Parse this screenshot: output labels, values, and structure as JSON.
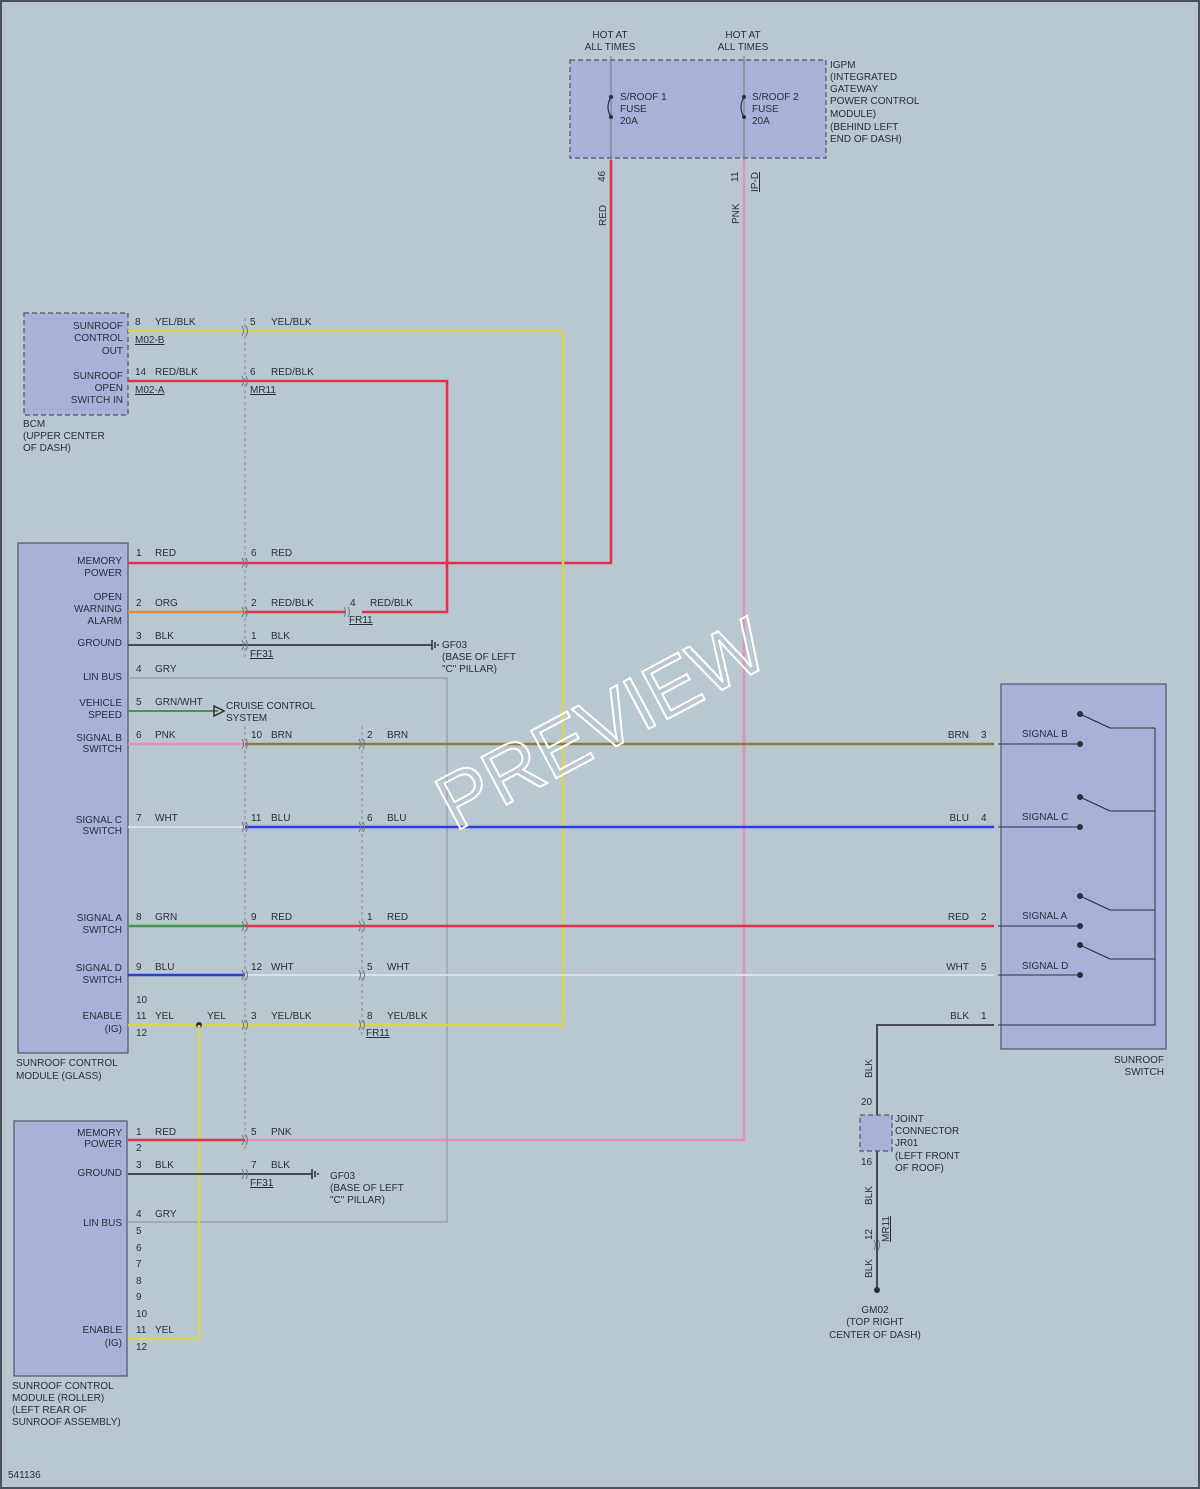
{
  "igpm": {
    "hot1": [
      "HOT AT",
      "ALL TIMES"
    ],
    "hot2": [
      "HOT AT",
      "ALL TIMES"
    ],
    "fuse1": [
      "S/ROOF 1",
      "FUSE",
      "20A"
    ],
    "fuse2": [
      "S/ROOF 2",
      "FUSE",
      "20A"
    ],
    "label": [
      "IGPM",
      "(INTEGRATED",
      "GATEWAY",
      "POWER CONTROL",
      "MODULE)",
      "(BEHIND LEFT",
      "END OF DASH)"
    ],
    "pin1": "46",
    "pin2": "11",
    "conn2": "IP-D",
    "wire1": "RED",
    "wire2": "PNK"
  },
  "bcm": {
    "pins": [
      {
        "label": [
          "SUNROOF",
          "CONTROL",
          "OUT"
        ],
        "pin": "8",
        "wire": "YEL/BLK",
        "conn": "M02-B",
        "jpin": "5",
        "jwire": "YEL/BLK",
        "jconn": ""
      },
      {
        "label": [
          "SUNROOF",
          "OPEN",
          "SWITCH IN"
        ],
        "pin": "14",
        "wire": "RED/BLK",
        "conn": "M02-A",
        "jpin": "6",
        "jwire": "RED/BLK",
        "jconn": "MR11"
      }
    ],
    "label": [
      "BCM",
      "(UPPER CENTER",
      "OF DASH)"
    ]
  },
  "glass": {
    "label": [
      "SUNROOF CONTROL",
      "MODULE (GLASS)"
    ],
    "pins": [
      {
        "label": [
          "MEMORY",
          "POWER"
        ],
        "pin": "1",
        "wire": "RED",
        "jpin": "6",
        "jwire": "RED"
      },
      {
        "label": [
          "OPEN",
          "WARNING",
          "ALARM"
        ],
        "pin": "2",
        "wire": "ORG",
        "jpin": "2",
        "jwire": "RED/BLK",
        "kpin": "4",
        "kwire": "RED/BLK",
        "kconn": "FR11"
      },
      {
        "label": [
          "GROUND"
        ],
        "pin": "3",
        "wire": "BLK",
        "jpin": "1",
        "jwire": "BLK",
        "jconn": "FF31"
      },
      {
        "label": [
          "LIN BUS"
        ],
        "pin": "4",
        "wire": "GRY"
      },
      {
        "label": [
          "VEHICLE",
          "SPEED"
        ],
        "pin": "5",
        "wire": "GRN/WHT"
      },
      {
        "label": [
          "SIGNAL B",
          "SWITCH"
        ],
        "pin": "6",
        "wire": "PNK",
        "jpin": "10",
        "jwire": "BRN",
        "kpin": "2",
        "kwire": "BRN"
      },
      {
        "label": [
          "SIGNAL C",
          "SWITCH"
        ],
        "pin": "7",
        "wire": "WHT",
        "jpin": "11",
        "jwire": "BLU",
        "kpin": "6",
        "kwire": "BLU"
      },
      {
        "label": [
          "SIGNAL A",
          "SWITCH"
        ],
        "pin": "8",
        "wire": "GRN",
        "jpin": "9",
        "jwire": "RED",
        "kpin": "1",
        "kwire": "RED"
      },
      {
        "label": [
          "SIGNAL D",
          "SWITCH"
        ],
        "pin": "9",
        "wire": "BLU",
        "jpin": "12",
        "jwire": "WHT",
        "kpin": "5",
        "kwire": "WHT"
      },
      {
        "label": [
          "ENABLE",
          "(IG)"
        ],
        "pin10": "10",
        "pin": "11",
        "pin12": "12",
        "wire": "YEL",
        "wire2": "YEL",
        "jpin": "3",
        "jwire": "YEL/BLK",
        "kpin": "8",
        "kwire": "YEL/BLK",
        "kconn": "FR11"
      }
    ],
    "gf03": [
      "GF03",
      "(BASE OF LEFT",
      "\"C\" PILLAR)"
    ],
    "cruise": [
      "CRUISE CONTROL",
      "SYSTEM"
    ]
  },
  "roller": {
    "label": [
      "SUNROOF CONTROL",
      "MODULE (ROLLER)",
      "(LEFT REAR OF",
      "SUNROOF ASSEMBLY)"
    ],
    "memory": {
      "label": [
        "MEMORY",
        "POWER"
      ],
      "pin": "1",
      "wire": "RED",
      "jpin": "5",
      "jwire": "PNK"
    },
    "pin2": "2",
    "ground": {
      "label": "GROUND",
      "pin": "3",
      "wire": "BLK",
      "jpin": "7",
      "jwire": "BLK",
      "jconn": "FF31"
    },
    "lin": {
      "label": "LIN BUS",
      "pin": "4",
      "wire": "GRY"
    },
    "spare": [
      "5",
      "6",
      "7",
      "8",
      "9",
      "10"
    ],
    "enable": {
      "label": [
        "ENABLE",
        "(IG)"
      ],
      "pin": "11",
      "wire": "YEL",
      "pin12": "12"
    },
    "gf03": [
      "GF03",
      "(BASE OF LEFT",
      "\"C\" PILLAR)"
    ]
  },
  "switch": {
    "label": [
      "SUNROOF",
      "SWITCH"
    ],
    "signals": [
      {
        "name": "SIGNAL B",
        "pin": "3",
        "wire": "BRN"
      },
      {
        "name": "SIGNAL C",
        "pin": "4",
        "wire": "BLU"
      },
      {
        "name": "SIGNAL A",
        "pin": "2",
        "wire": "RED"
      },
      {
        "name": "SIGNAL D",
        "pin": "5",
        "wire": "WHT"
      }
    ],
    "ground": {
      "pin": "1",
      "wire": "BLK"
    }
  },
  "joint": {
    "label": [
      "JOINT",
      "CONNECTOR",
      "JR01",
      "(LEFT FRONT",
      "OF ROOF)"
    ],
    "pinTop": "20",
    "pinBot": "16",
    "wireTop": "BLK",
    "wireMid": "BLK",
    "wireBot": "BLK",
    "mrPin": "12",
    "mrConn": "MR11"
  },
  "gm02": [
    "GM02",
    "(TOP RIGHT",
    "CENTER OF DASH)"
  ],
  "code": "541136",
  "watermark": "PREVIEW",
  "colors": {
    "red": "#e0334a",
    "yellow": "#d9d35a",
    "orange": "#de8a3c",
    "blue": "#2b3fe0",
    "brown": "#8c7a35",
    "pink": "#e591b4",
    "green": "#3d9a43",
    "gray": "#9aa2aa",
    "black": "#444a52",
    "white": "#dfe4ea"
  }
}
